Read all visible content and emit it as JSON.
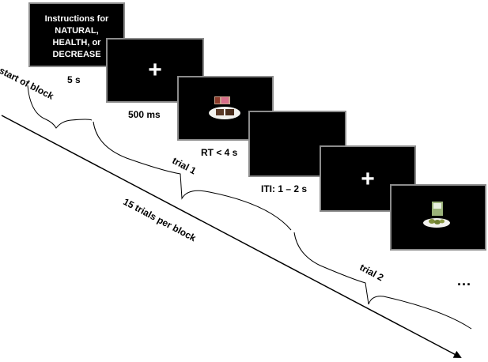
{
  "screens": {
    "instruction": {
      "lines": [
        "Instructions for",
        "NATURAL,",
        "HEALTH, or",
        "DECREASE"
      ],
      "duration": "5 s"
    },
    "fixation1": {
      "symbol": "+",
      "duration": "500 ms"
    },
    "food1": {
      "duration": "RT < 4 s",
      "image": "chocolate-food-on-plate"
    },
    "iti": {
      "duration": "ITI: 1 – 2 s"
    },
    "fixation2": {
      "symbol": "+"
    },
    "food2": {
      "image": "green-food-on-plate"
    }
  },
  "labels": {
    "start_of_block": "start of block",
    "trial1": "trial 1",
    "trial2": "trial 2",
    "trials_per_block": "15 trials per block",
    "ellipsis": "..."
  },
  "colors": {
    "screen_bg": "#000000",
    "screen_border": "#8c8c8c",
    "text_on_screen": "#ffffff"
  }
}
